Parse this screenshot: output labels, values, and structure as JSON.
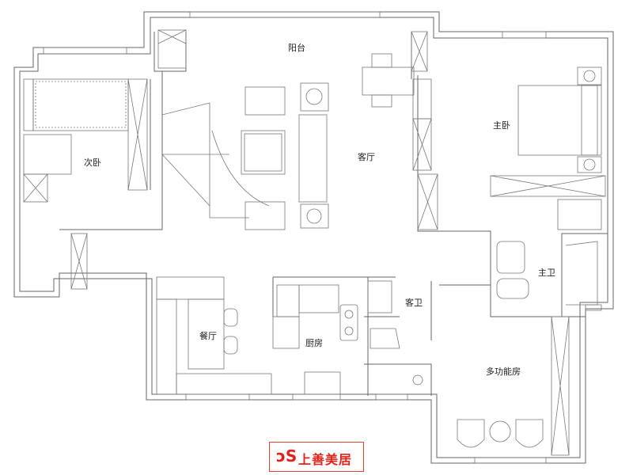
{
  "rooms": {
    "balcony": "阳台",
    "living_room": "客厅",
    "second_bedroom": "次卧",
    "master_bedroom": "主卧",
    "master_bath": "主卫",
    "dining_room": "餐厅",
    "kitchen": "厨房",
    "guest_bath": "客卫",
    "multi_function_room": "多功能房"
  },
  "logo": {
    "text": "上善美居",
    "mark_color": "#e0221a"
  }
}
